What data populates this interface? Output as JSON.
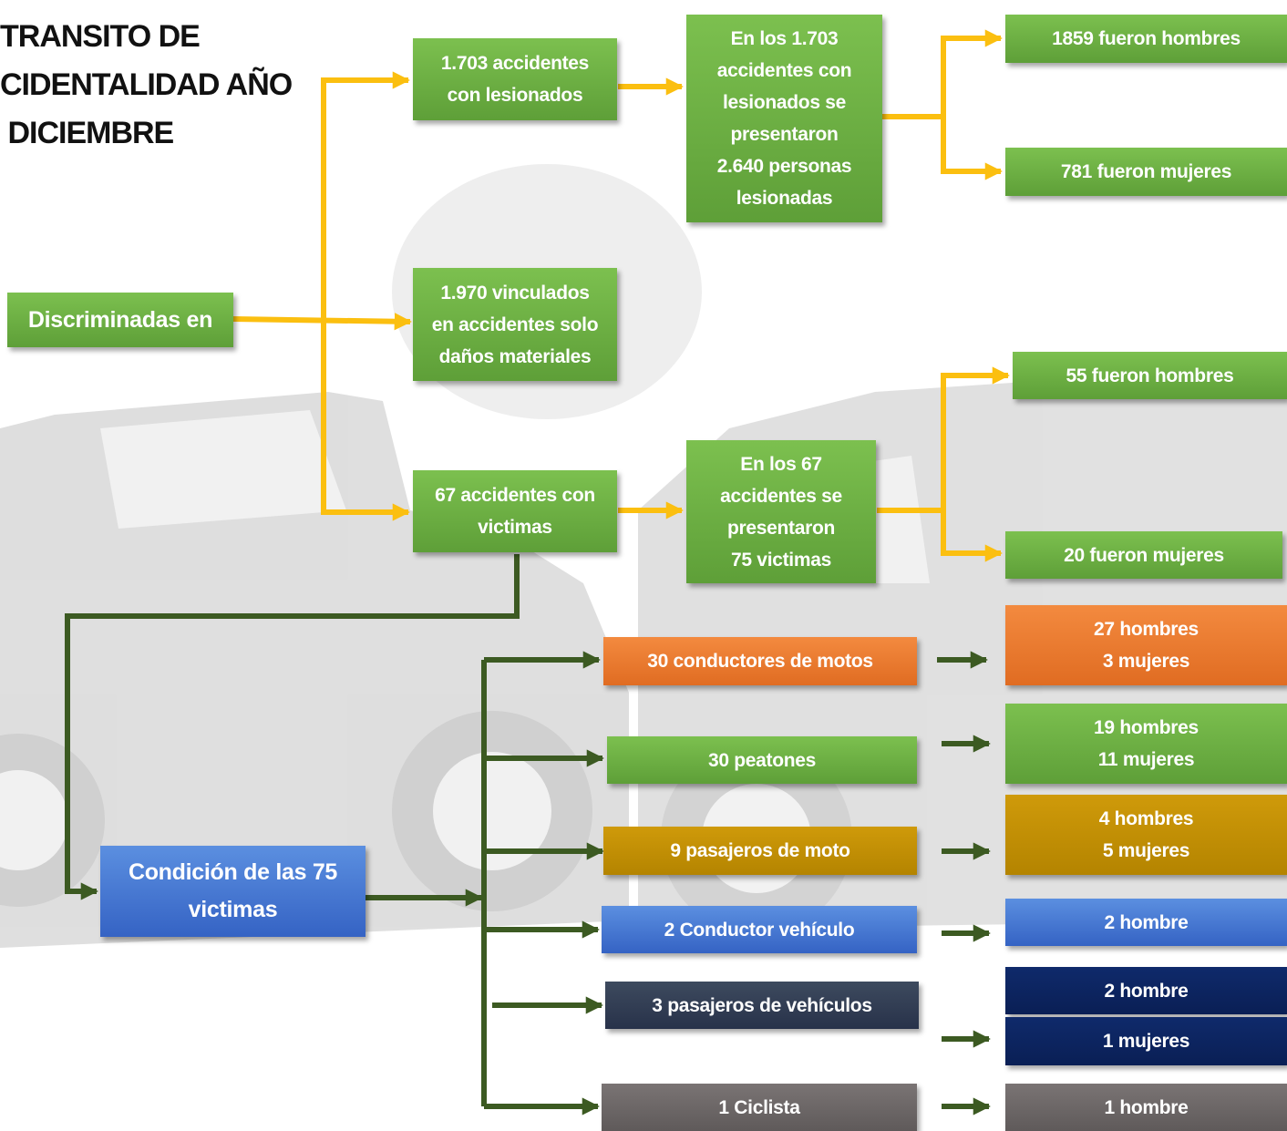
{
  "title_lines": "TRANSITO DE\nCIDENTALIDAD AÑO\n DICIEMBRE",
  "colors": {
    "green": "#6bab44",
    "orange": "#e8782d",
    "gold": "#c08f04",
    "blue": "#4576d2",
    "slate": "#323c52",
    "navy": "#0c2460",
    "grey": "#6b6565",
    "yellow_connector": "#fbbf10",
    "green_connector": "#3c5a22"
  },
  "nodes": {
    "discriminadas": "Discriminadas en",
    "lesionados": "1.703  accidentes\ncon lesionados",
    "lesionados_detail": "En los 1.703\naccidentes con\nlesionados se\npresentaron\n2.640 personas\nlesionadas",
    "lesionados_hombres": "1859 fueron hombres",
    "lesionados_mujeres": "781 fueron mujeres",
    "materiales": "1.970 vinculados\nen accidentes solo\ndaños materiales",
    "victimas": "67  accidentes con\nvictimas",
    "victimas_detail": "En los 67\naccidentes se\npresentaron\n75 victimas",
    "victimas_hombres": "55 fueron hombres",
    "victimas_mujeres": "20 fueron mujeres",
    "condicion": "Condición de las  75\nvictimas"
  },
  "categories": [
    {
      "label": "30 conductores de motos",
      "breakdown": "27 hombres\n3 mujeres"
    },
    {
      "label": "30 peatones",
      "breakdown": "19 hombres\n11  mujeres"
    },
    {
      "label": "9 pasajeros de moto",
      "breakdown": "4 hombres\n5  mujeres"
    },
    {
      "label": "2 Conductor vehículo",
      "breakdown": "2 hombre"
    },
    {
      "label": "3 pasajeros de vehículos",
      "breakdown_a": "2 hombre",
      "breakdown_b": "1  mujeres"
    },
    {
      "label": "1 Ciclista",
      "breakdown": "1 hombre"
    }
  ]
}
